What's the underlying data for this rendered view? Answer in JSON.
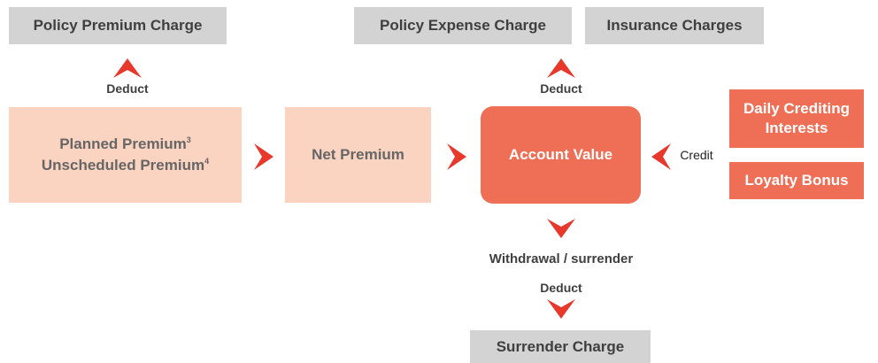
{
  "colors": {
    "grey_box": "#d3d3d3",
    "peach_box": "#fbd3c1",
    "orange_box": "#ee6f55",
    "arrow": "#e8382c",
    "dark_text": "#3f3f3f",
    "muted_text": "#666666"
  },
  "top": {
    "policy_premium_charge": "Policy Premium Charge",
    "policy_expense_charge": "Policy Expense Charge",
    "insurance_charges": "Insurance Charges"
  },
  "labels": {
    "deduct_left": "Deduct",
    "deduct_mid": "Deduct",
    "deduct_bottom": "Deduct",
    "credit": "Credit",
    "withdrawal": "Withdrawal / surrender"
  },
  "flow": {
    "planned_premium": "Planned Premium",
    "planned_note": "3",
    "unscheduled_premium": "Unscheduled Premium",
    "unscheduled_note": "4",
    "net_premium": "Net Premium",
    "account_value": "Account Value"
  },
  "right": {
    "daily_crediting_line1": "Daily Crediting",
    "daily_crediting_line2": "Interests",
    "loyalty_bonus": "Loyalty Bonus"
  },
  "bottom": {
    "surrender_charge": "Surrender Charge"
  },
  "icons": {
    "up": "chevron-up-icon",
    "down": "chevron-down-icon",
    "right": "chevron-right-icon",
    "left": "chevron-left-icon"
  }
}
